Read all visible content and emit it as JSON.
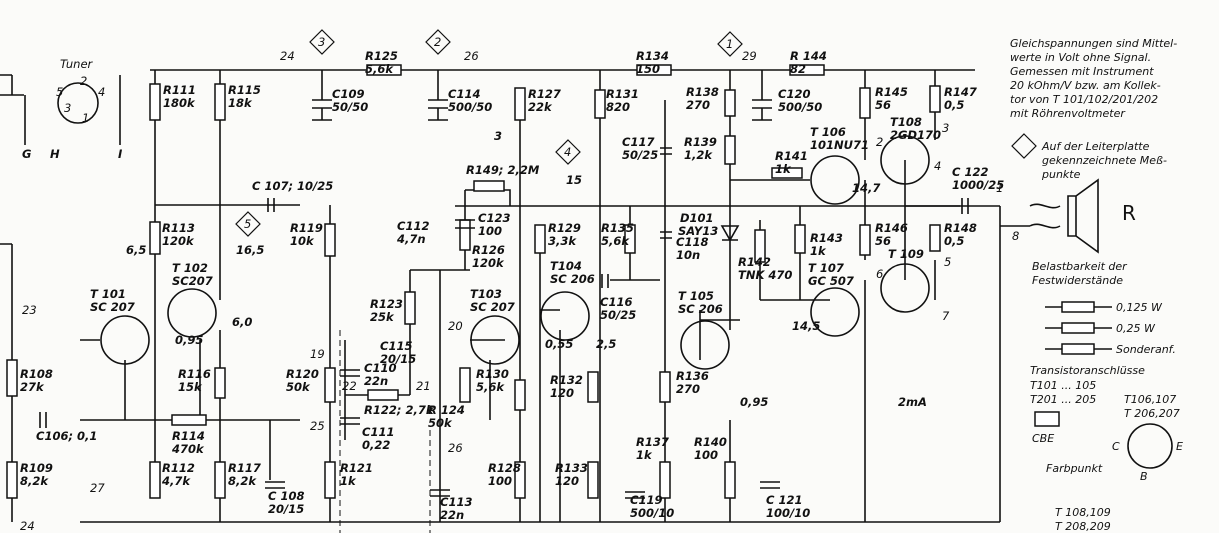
{
  "tuner": {
    "title": "Tuner",
    "pin_labels": [
      "2",
      "5",
      "4",
      "3",
      "1"
    ],
    "outputs": [
      "G",
      "H",
      "I"
    ]
  },
  "resistors": [
    {
      "id": "r111",
      "name": "R111",
      "value": "180k"
    },
    {
      "id": "r115",
      "name": "R115",
      "value": "18k"
    },
    {
      "id": "r125",
      "name": "R125",
      "value": "5,6k"
    },
    {
      "id": "r127",
      "name": "R127",
      "value": "22k"
    },
    {
      "id": "r131",
      "name": "R131",
      "value": "820"
    },
    {
      "id": "r134",
      "name": "R134",
      "value": "150"
    },
    {
      "id": "r138",
      "name": "R138",
      "value": "270"
    },
    {
      "id": "r139",
      "name": "R139",
      "value": "1,2k"
    },
    {
      "id": "r144",
      "name": "R 144",
      "value": "82"
    },
    {
      "id": "r145",
      "name": "R145",
      "value": "56"
    },
    {
      "id": "r147",
      "name": "R147",
      "value": "0,5"
    },
    {
      "id": "r113",
      "name": "R113",
      "value": "120k"
    },
    {
      "id": "r119",
      "name": "R119",
      "value": "10k"
    },
    {
      "id": "r149",
      "name": "R149; 2,2M",
      "value": ""
    },
    {
      "id": "r126",
      "name": "R126",
      "value": "120k"
    },
    {
      "id": "r129",
      "name": "R129",
      "value": "3,3k"
    },
    {
      "id": "r135",
      "name": "R135",
      "value": "5,6k"
    },
    {
      "id": "r141",
      "name": "R141",
      "value": "1k"
    },
    {
      "id": "r143",
      "name": "R143",
      "value": "1k"
    },
    {
      "id": "r146",
      "name": "R146",
      "value": "56"
    },
    {
      "id": "r148",
      "name": "R148",
      "value": "0,5"
    },
    {
      "id": "r142",
      "name": "R142",
      "value": "TNK 470"
    },
    {
      "id": "r123",
      "name": "R123",
      "value": "25k"
    },
    {
      "id": "r108",
      "name": "R108",
      "value": "27k"
    },
    {
      "id": "r116",
      "name": "R116",
      "value": "15k"
    },
    {
      "id": "r114",
      "name": "R114",
      "value": "470k"
    },
    {
      "id": "r120",
      "name": "R120",
      "value": "50k"
    },
    {
      "id": "r122",
      "name": "R122; 2,7k",
      "value": ""
    },
    {
      "id": "r124",
      "name": "R 124",
      "value": "50k"
    },
    {
      "id": "r130",
      "name": "R130",
      "value": "5,6k"
    },
    {
      "id": "r132",
      "name": "R132",
      "value": "120"
    },
    {
      "id": "r136",
      "name": "R136",
      "value": "270"
    },
    {
      "id": "r109",
      "name": "R109",
      "value": "8,2k"
    },
    {
      "id": "r112",
      "name": "R112",
      "value": "4,7k"
    },
    {
      "id": "r117",
      "name": "R117",
      "value": "8,2k"
    },
    {
      "id": "r121",
      "name": "R121",
      "value": "1k"
    },
    {
      "id": "r128",
      "name": "R128",
      "value": "100"
    },
    {
      "id": "r133",
      "name": "R133",
      "value": "120"
    },
    {
      "id": "r137",
      "name": "R137",
      "value": "1k"
    },
    {
      "id": "r140",
      "name": "R140",
      "value": "100"
    }
  ],
  "capacitors": [
    {
      "id": "c109",
      "name": "C109",
      "value": "50/50"
    },
    {
      "id": "c114",
      "name": "C114",
      "value": "500/50"
    },
    {
      "id": "c120",
      "name": "C120",
      "value": "500/50"
    },
    {
      "id": "c117",
      "name": "C117",
      "value": "50/25"
    },
    {
      "id": "c107",
      "name": "C 107; 10/25",
      "value": ""
    },
    {
      "id": "c112",
      "name": "C112",
      "value": "4,7n"
    },
    {
      "id": "c123",
      "name": "C123",
      "value": "100"
    },
    {
      "id": "c118",
      "name": "C118",
      "value": "10n"
    },
    {
      "id": "c122",
      "name": "C 122",
      "value": "1000/25"
    },
    {
      "id": "c116",
      "name": "C116",
      "value": "50/25"
    },
    {
      "id": "c115",
      "name": "C115",
      "value": "20/15"
    },
    {
      "id": "c110",
      "name": "C110",
      "value": "22n"
    },
    {
      "id": "c111",
      "name": "C111",
      "value": "0,22"
    },
    {
      "id": "c106",
      "name": "C106; 0,1",
      "value": ""
    },
    {
      "id": "c108",
      "name": "C 108",
      "value": "20/15"
    },
    {
      "id": "c113",
      "name": "C113",
      "value": "22n"
    },
    {
      "id": "c119",
      "name": "C119",
      "value": "500/10"
    },
    {
      "id": "c121",
      "name": "C 121",
      "value": "100/10"
    }
  ],
  "transistors": [
    {
      "id": "t101",
      "name": "T 101",
      "type": "SC 207"
    },
    {
      "id": "t102",
      "name": "T 102",
      "type": "SC207"
    },
    {
      "id": "t103",
      "name": "T103",
      "type": "SC 207"
    },
    {
      "id": "t104",
      "name": "T104",
      "type": "SC 206"
    },
    {
      "id": "t105",
      "name": "T 105",
      "type": "SC 206"
    },
    {
      "id": "t106",
      "name": "T 106",
      "type": "101NU71"
    },
    {
      "id": "t107",
      "name": "T 107",
      "type": "GC 507"
    },
    {
      "id": "t108",
      "name": "T108",
      "type": "2GD170"
    },
    {
      "id": "t109",
      "name": "T 109",
      "type": ""
    }
  ],
  "diode": {
    "name": "D101",
    "type": "SAY13"
  },
  "voltages": [
    "6,5",
    "16,5",
    "6,0",
    "0,95",
    "0,55",
    "2,5",
    "0,95",
    "14,7",
    "14,5",
    "15",
    "3",
    "2mA"
  ],
  "nodes": [
    "24",
    "26",
    "29",
    "23",
    "27",
    "24",
    "19",
    "22",
    "25",
    "21",
    "20",
    "26",
    "1",
    "8",
    "2",
    "3",
    "4",
    "5",
    "6",
    "7"
  ],
  "testpoints": [
    "1",
    "2",
    "3",
    "4",
    "5"
  ],
  "notes": {
    "top": [
      "Gleichspannungen sind Mittel-",
      "werte in Volt ohne Signal.",
      "Gemessen mit Instrument",
      "20 kOhm/V bzw. am Kollek-",
      "tor von T 101/102/201/202",
      "mit Röhrenvoltmeter"
    ],
    "diamond": [
      "Auf der Leiterplatte",
      "gekennzeichnete Meß-",
      "punkte"
    ],
    "speaker": "R",
    "load_title": [
      "Belastbarkeit der",
      "Festwiderstände"
    ],
    "load_items": [
      "0,125 W",
      "0,25 W",
      "Sonderanf."
    ],
    "pin_title": "Transistoranschlüsse",
    "pin_left": [
      "T101 ... 105",
      "T201 ... 205"
    ],
    "pin_right": [
      "T106,107",
      "T 206,207"
    ],
    "cbe": "CBE",
    "pins": [
      "C",
      "E",
      "B"
    ],
    "farbpunkt": "Farbpunkt",
    "bottom": [
      "T 108,109",
      "T 208,209"
    ]
  }
}
